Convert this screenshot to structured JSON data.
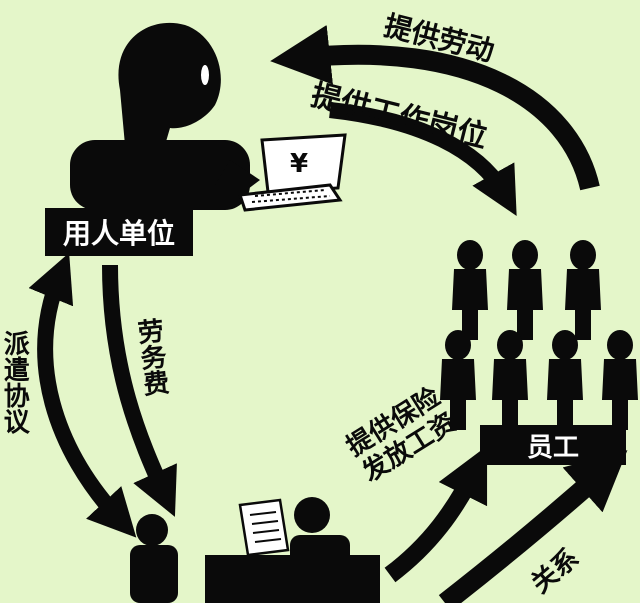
{
  "labels": {
    "employer": "用人单位",
    "employees": "员工",
    "provide_labor": "提供劳动",
    "provide_job": "提供工作岗位",
    "labor_fee": "劳务费",
    "dispatch_agreement": "派遣协议",
    "insurance_wage": "提供保险发放工资",
    "bottom_right_partial": "关系"
  },
  "icons": {
    "boss": "employer-figure-icon",
    "laptop": "laptop-yen-icon",
    "yen_symbol": "¥",
    "workers": "worker-group-icon",
    "agency": "agency-figure-icon",
    "document": "document-icon"
  },
  "colors": {
    "background": "#e4f6c9",
    "ink": "#0a0a0a",
    "box_text": "#ffffff"
  }
}
